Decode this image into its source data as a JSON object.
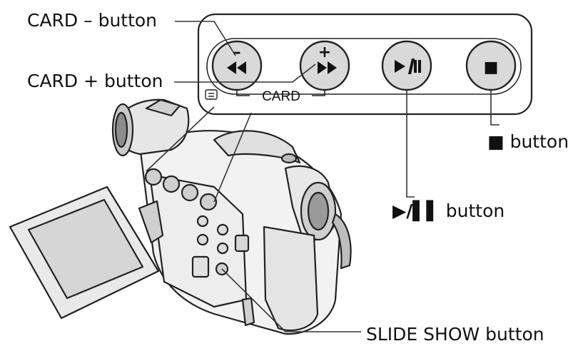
{
  "labels": {
    "card_minus": "CARD – button",
    "card_plus": "CARD + button",
    "stop_glyph": "■",
    "stop_text": "button",
    "playpause_glyph": "▶/▌▌",
    "playpause_text": "button",
    "slideshow": "SLIDE SHOW button"
  },
  "panel": {
    "minus_sign": "–",
    "plus_sign": "+",
    "card_label": "CARD",
    "stop_icon": "■"
  },
  "icons": {
    "rewind": "rewind-icon",
    "fast_forward": "fast-forward-icon",
    "play_pause": "play-pause-icon",
    "stop": "stop-icon",
    "playlist": "playlist-icon"
  },
  "colors": {
    "button_fill": "#d9d9d9",
    "outline": "#222222",
    "label_text": "#111111"
  }
}
